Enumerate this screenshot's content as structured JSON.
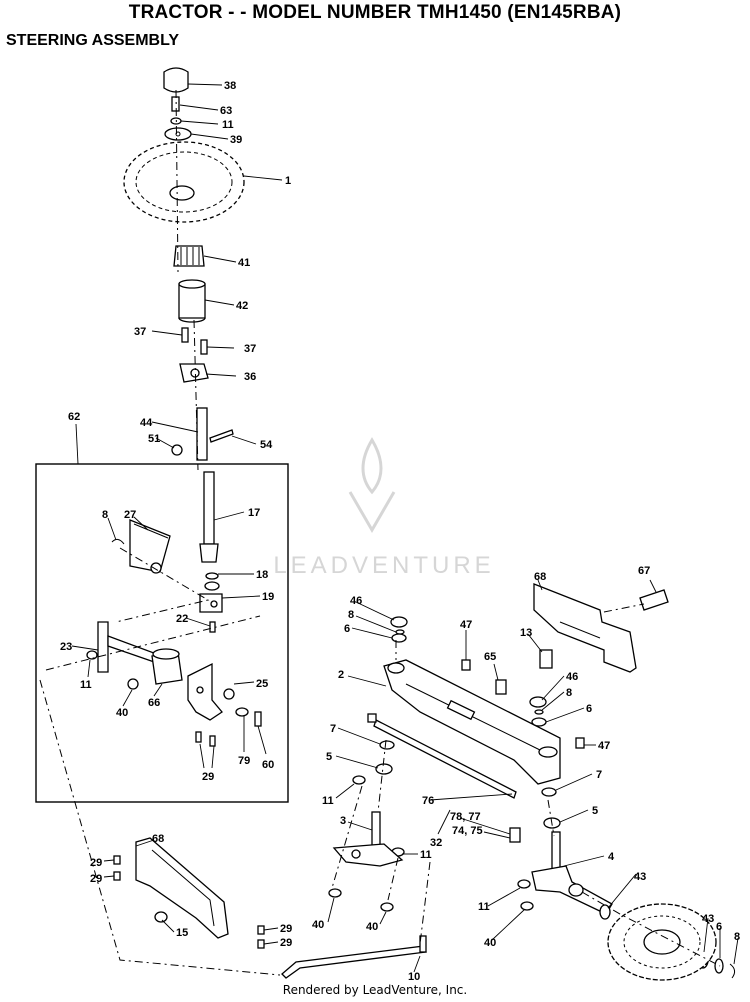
{
  "header": {
    "title": "TRACTOR - - MODEL NUMBER TMH1450 (EN145RBA)",
    "subtitle": "STEERING ASSEMBLY"
  },
  "watermark": "LEADVENTURE",
  "footer": "Rendered by LeadVenture, Inc.",
  "callouts": [
    "38",
    "63",
    "11",
    "39",
    "1",
    "41",
    "42",
    "37",
    "37",
    "36",
    "62",
    "44",
    "51",
    "54",
    "17",
    "8",
    "27",
    "18",
    "19",
    "22",
    "23",
    "11",
    "40",
    "66",
    "25",
    "79",
    "60",
    "29",
    "46",
    "8",
    "6",
    "47",
    "65",
    "13",
    "68",
    "67",
    "2",
    "46",
    "8",
    "6",
    "47",
    "7",
    "5",
    "11",
    "7",
    "5",
    "76",
    "78, 77",
    "74, 75",
    "32",
    "3",
    "11",
    "4",
    "43",
    "68",
    "29",
    "29",
    "29",
    "29",
    "15",
    "40",
    "40",
    "11",
    "40",
    "43",
    "6",
    "8",
    "10"
  ]
}
